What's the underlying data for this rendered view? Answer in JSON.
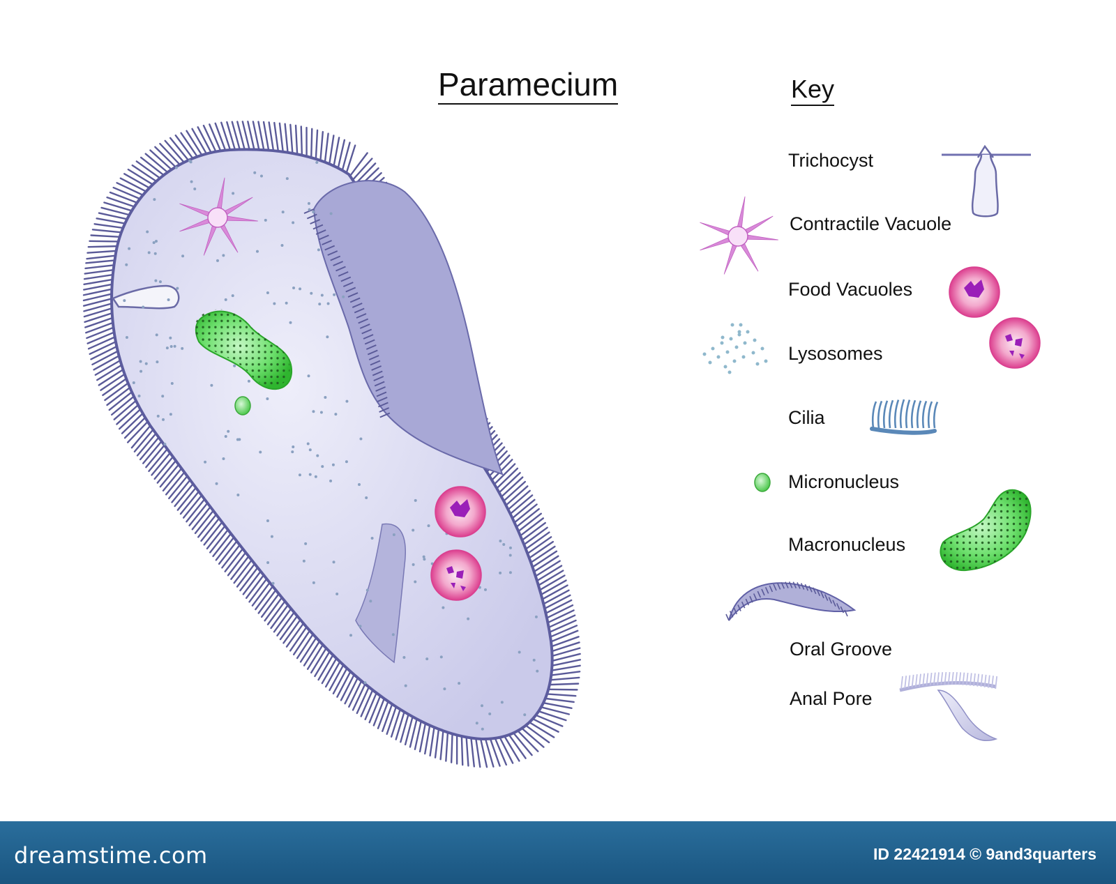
{
  "title": "Paramecium",
  "key": {
    "heading": "Key",
    "items": [
      {
        "label": "Trichocyst",
        "icon": "trichocyst-icon"
      },
      {
        "label": "Contractile Vacuole",
        "icon": "contractile-vacuole-icon"
      },
      {
        "label": "Food Vacuoles",
        "icon": "food-vacuole-icon"
      },
      {
        "label": "Lysosomes",
        "icon": "lysosomes-icon"
      },
      {
        "label": "Cilia",
        "icon": "cilia-icon"
      },
      {
        "label": "Micronucleus",
        "icon": "micronucleus-icon"
      },
      {
        "label": "Macronucleus",
        "icon": "macronucleus-icon"
      },
      {
        "label": "Oral Groove",
        "icon": "oral-groove-icon"
      },
      {
        "label": "Anal Pore",
        "icon": "anal-pore-icon"
      }
    ]
  },
  "footer": {
    "brand": "dreamstime.com",
    "credit": "ID 22421914 © 9and3quarters"
  },
  "colors": {
    "body_fill": "#d6d6f0",
    "body_outline": "#5c5c9e",
    "groove_fill": "#a4a4d2",
    "nucleus_green": "#4ccc4c",
    "vacuole_pink": "#e0509a",
    "contractile_pink": "#d98ad9",
    "lysosome_blue": "#8fb8cc",
    "footer_blue": "#1f6590"
  }
}
